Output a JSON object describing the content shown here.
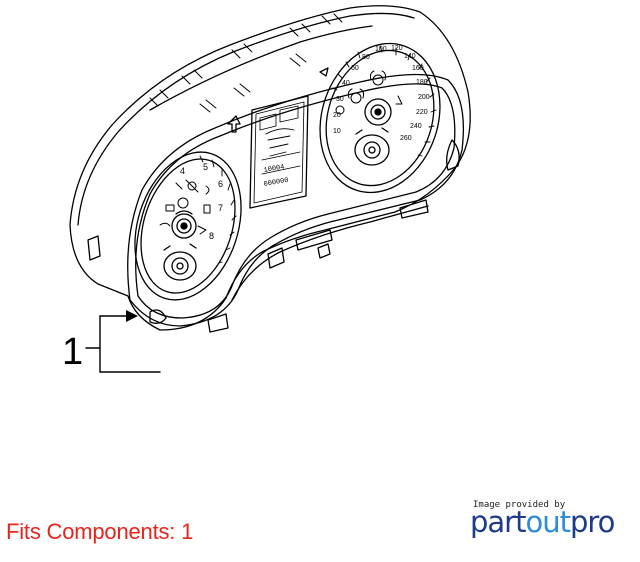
{
  "diagram": {
    "callout_number": "1",
    "gauge_left_numbers": [
      "5",
      "6",
      "7",
      "8",
      "4"
    ],
    "gauge_right_numbers": [
      "40",
      "60",
      "80",
      "100",
      "120",
      "140",
      "160",
      "180",
      "200",
      "220",
      "240",
      "260",
      "30",
      "20",
      "10"
    ],
    "display_readout_1": "10004",
    "display_readout_2": "000000"
  },
  "footer": {
    "fits_text": "Fits Components: 1",
    "provided_text": "Image provided by",
    "brand_part": "part",
    "brand_out": "out",
    "brand_pro": "pro"
  },
  "colors": {
    "fits_text": "#e8241c",
    "brand_dark": "#1f3a8a",
    "brand_light": "#2e8cd6"
  }
}
